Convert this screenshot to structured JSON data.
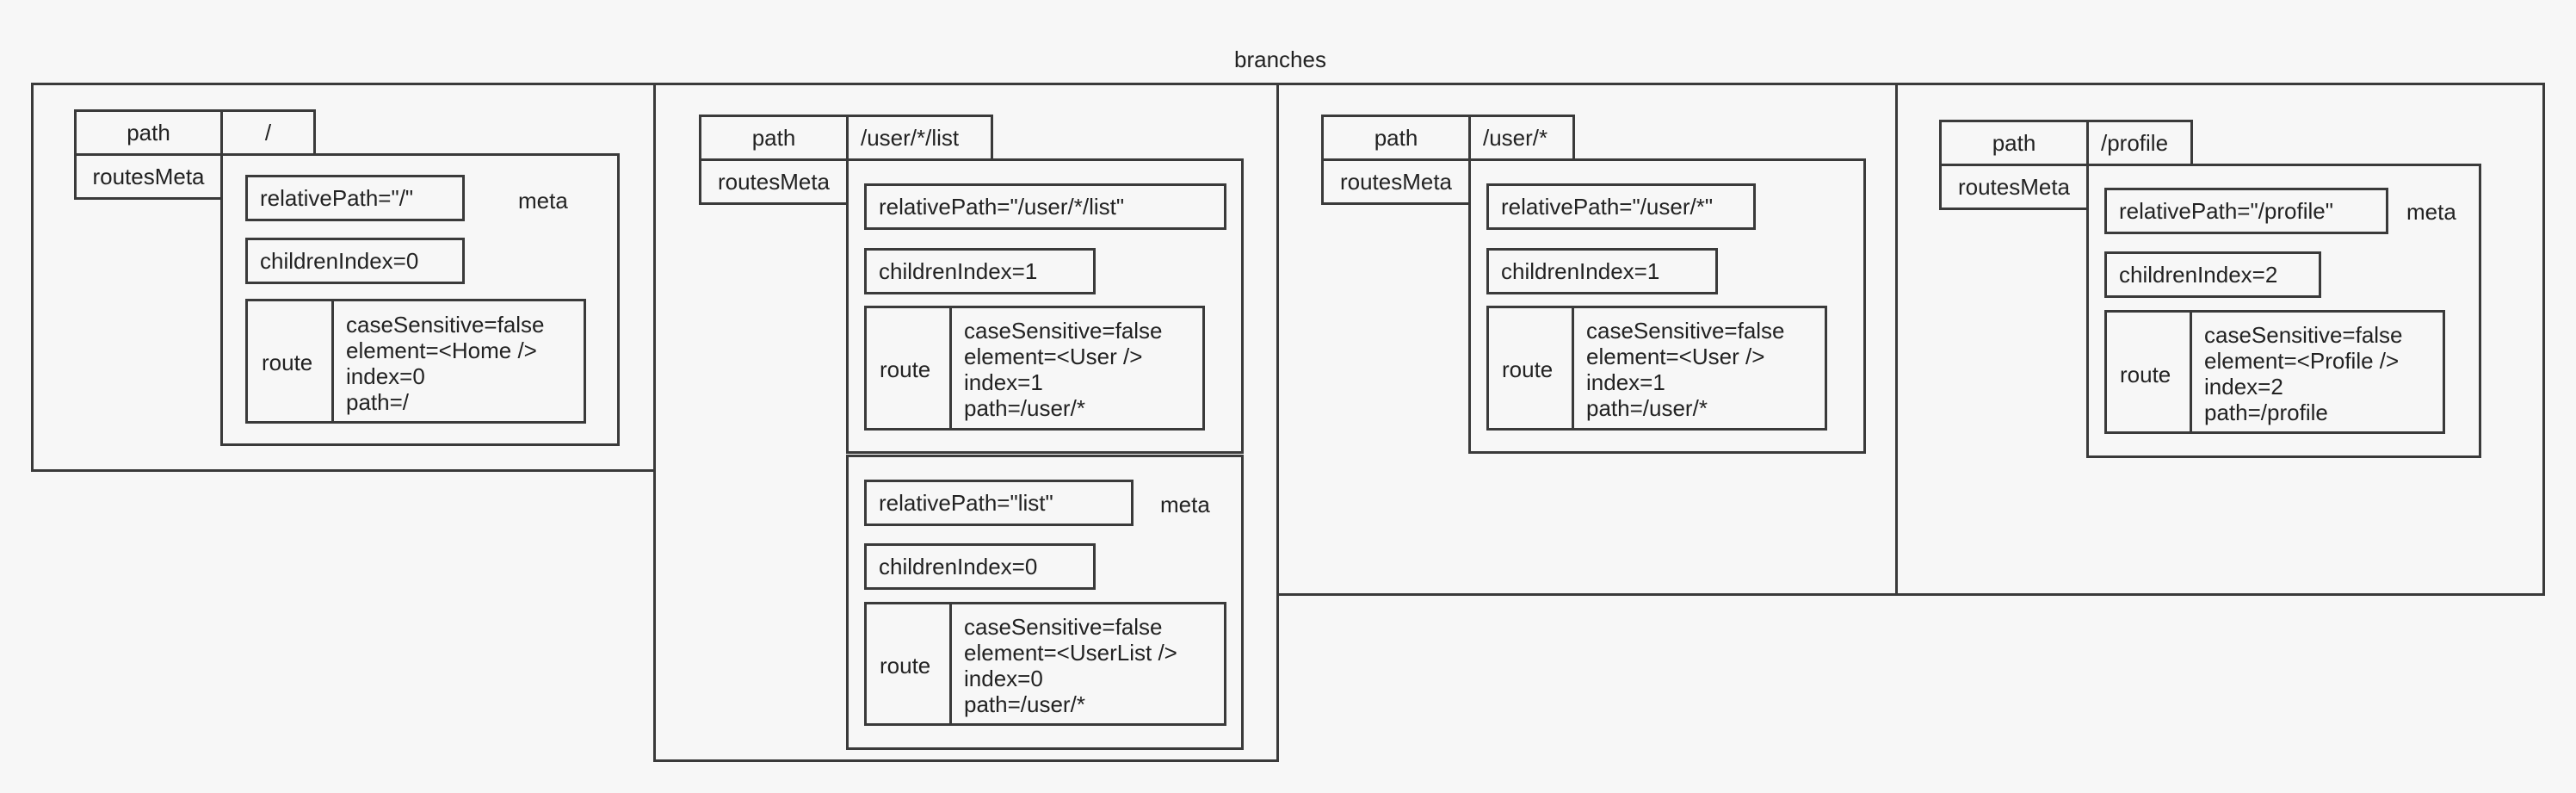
{
  "title": "branches",
  "labels": {
    "path": "path",
    "routesMeta": "routesMeta",
    "meta": "meta",
    "route": "route"
  },
  "branches": [
    {
      "path": "/",
      "metas": [
        {
          "relativePath": "relativePath=\"/\"",
          "childrenIndex": "childrenIndex=0",
          "route": "caseSensitive=false\nelement=<Home />\nindex=0\npath=/"
        }
      ]
    },
    {
      "path": "/user/*/list",
      "metas": [
        {
          "relativePath": "relativePath=\"/user/*/list\"",
          "childrenIndex": "childrenIndex=1",
          "route": "caseSensitive=false\nelement=<User />\nindex=1\npath=/user/*"
        },
        {
          "relativePath": "relativePath=\"list\"",
          "childrenIndex": "childrenIndex=0",
          "route": "caseSensitive=false\nelement=<UserList />\nindex=0\npath=/user/*"
        }
      ]
    },
    {
      "path": "/user/*",
      "metas": [
        {
          "relativePath": "relativePath=\"/user/*\"",
          "childrenIndex": "childrenIndex=1",
          "route": "caseSensitive=false\nelement=<User />\nindex=1\npath=/user/*"
        }
      ]
    },
    {
      "path": "/profile",
      "metas": [
        {
          "relativePath": "relativePath=\"/profile\"",
          "childrenIndex": "childrenIndex=2",
          "route": "caseSensitive=false\nelement=<Profile />\nindex=2\npath=/profile"
        }
      ]
    }
  ]
}
